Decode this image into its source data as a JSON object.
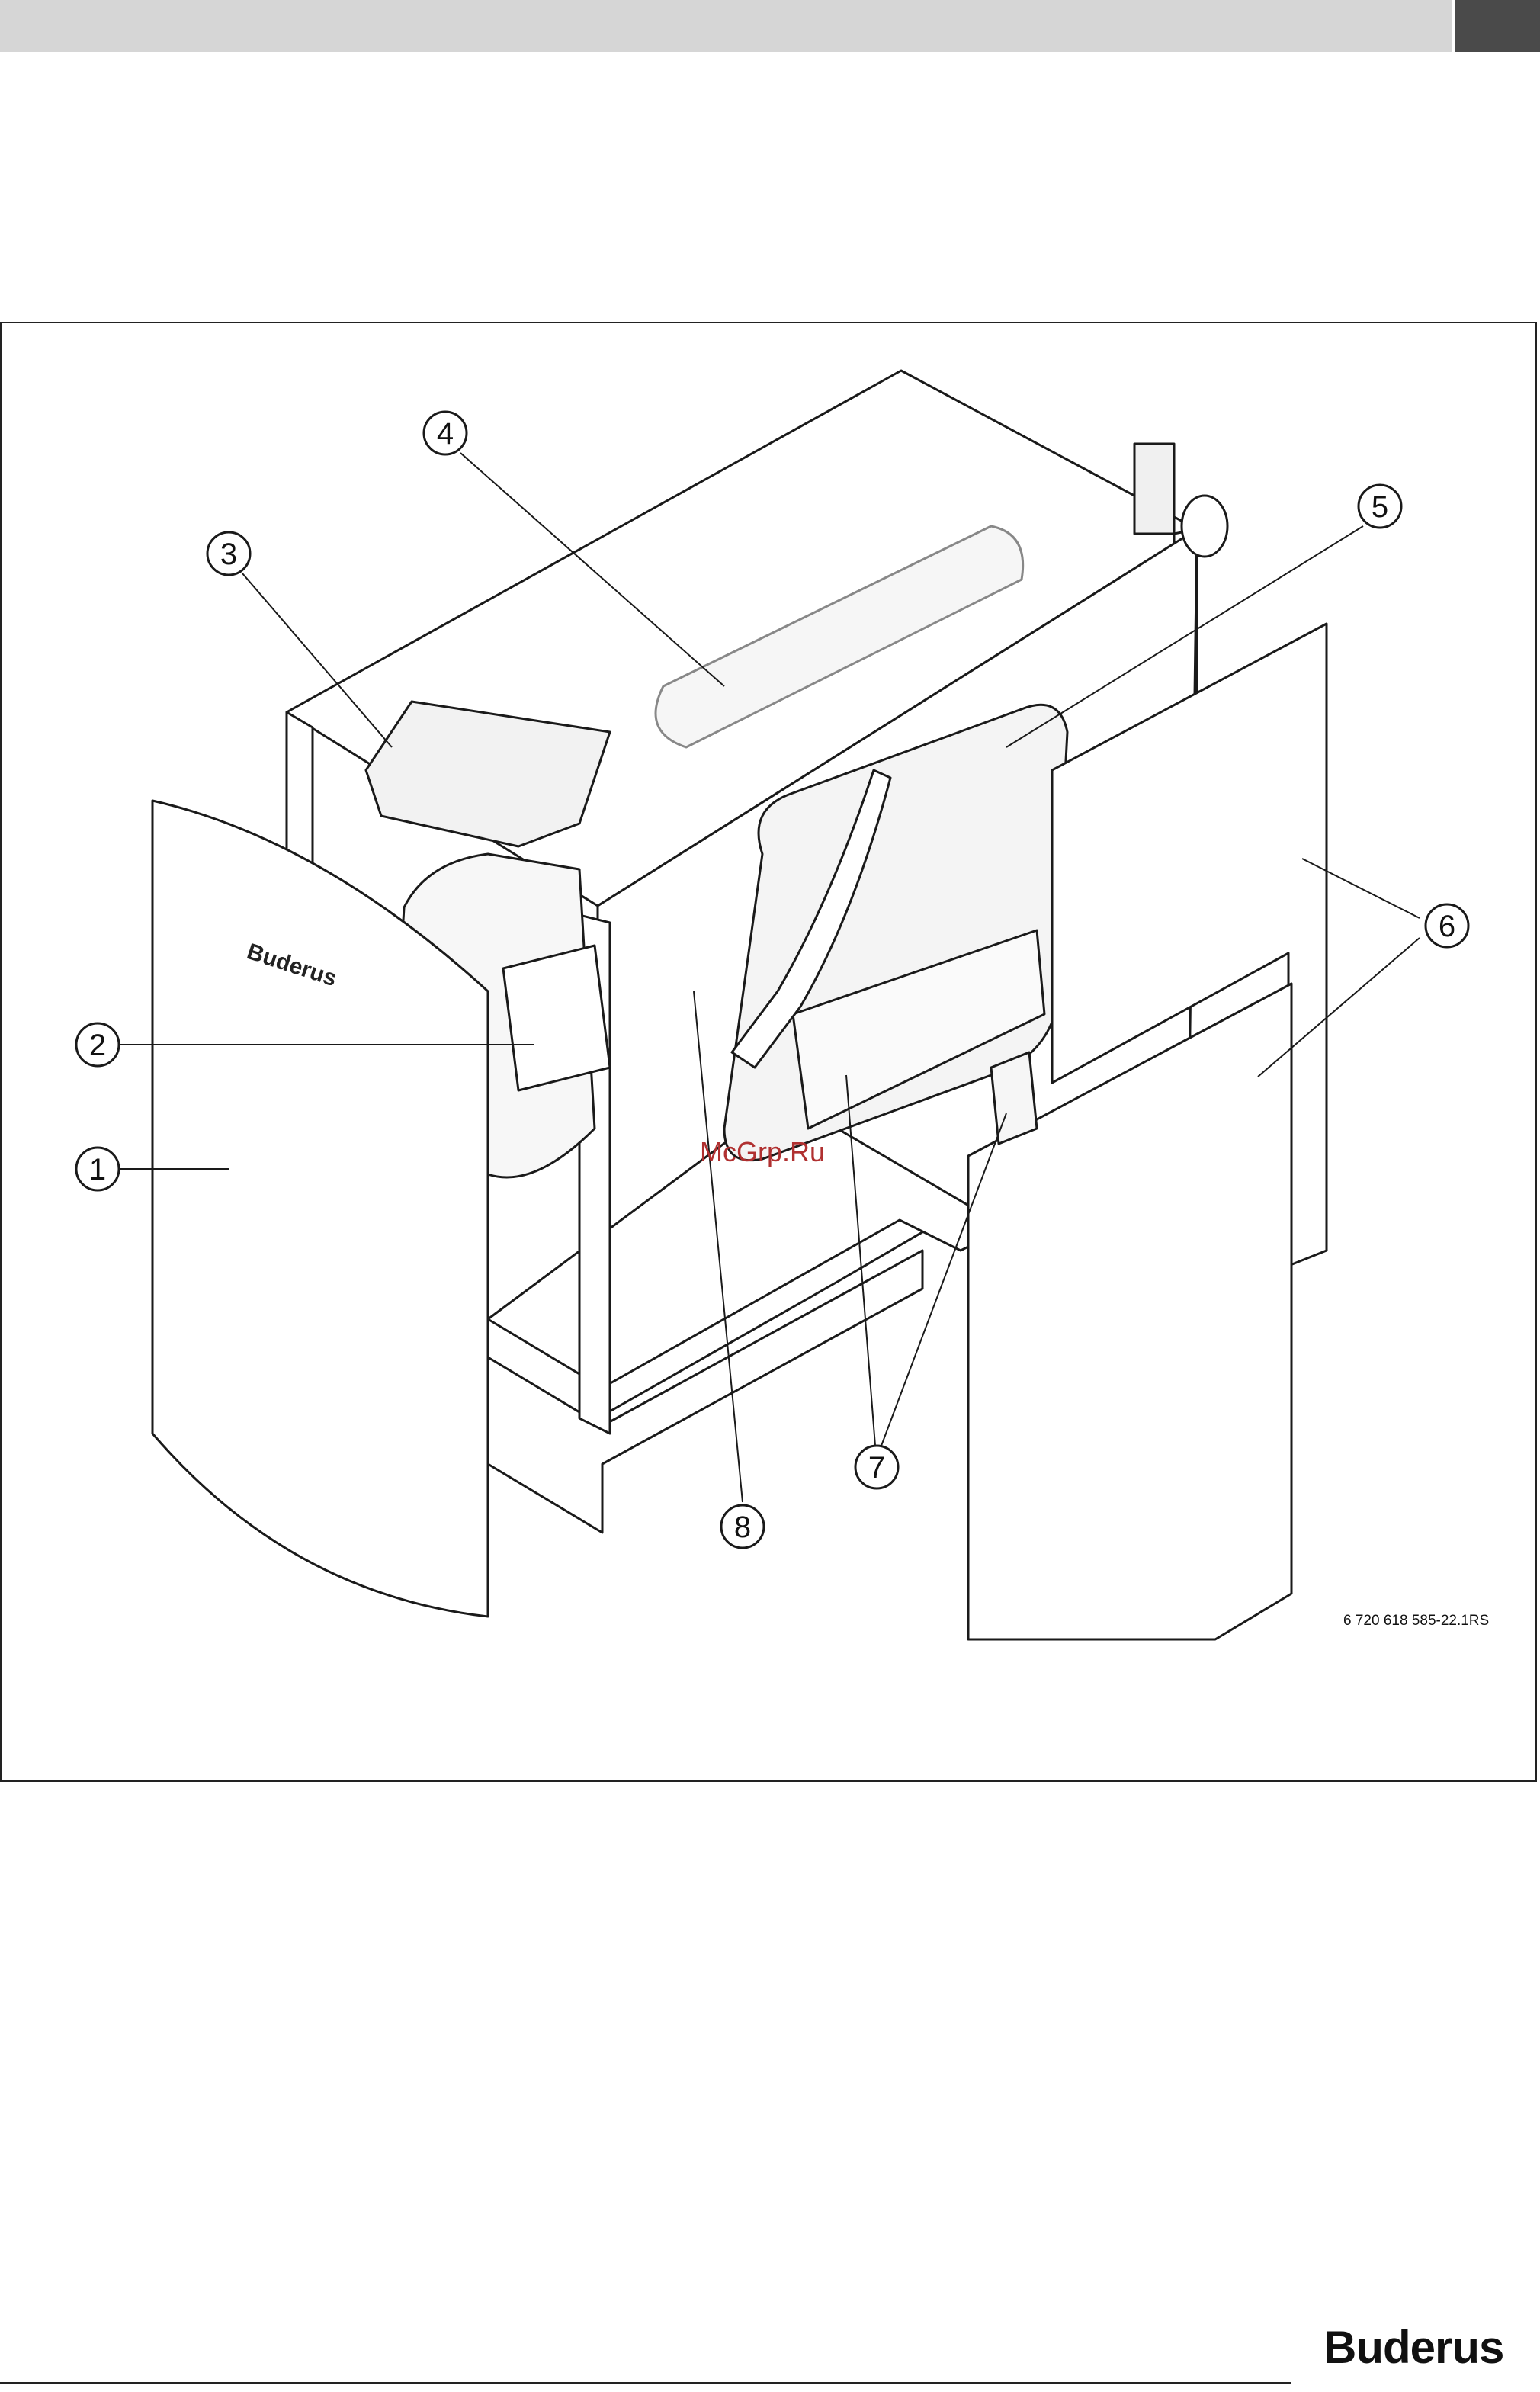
{
  "header": {
    "band_color": "#d6d6d6",
    "tab_color": "#4a4a4a"
  },
  "figure": {
    "callouts": [
      "1",
      "2",
      "3",
      "4",
      "5",
      "6",
      "7",
      "8"
    ],
    "panel_brand": "Buderus",
    "figure_code": "6 720 618 585-22.1RS"
  },
  "watermark": "McGrp.Ru",
  "footer": {
    "logo": "Buderus"
  }
}
